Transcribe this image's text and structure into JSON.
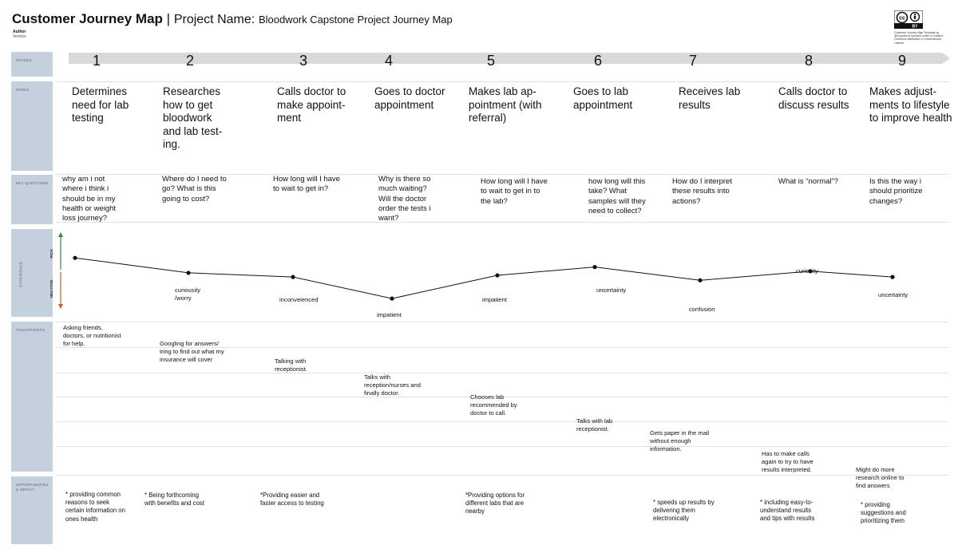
{
  "header": {
    "title": "Customer Journey Map",
    "separator": "|",
    "project_label": "Project Name:",
    "project_value": "Bloodwork Capstone Project Journey Map",
    "author_label": "Author",
    "version_label": "Version",
    "license_text": "Customer Journey Map Template by @Uxprobe is licensed under a Creative Commons Attribution 4.0 International License.",
    "cc_badge": "cc",
    "by_badge": "BY"
  },
  "rows": {
    "stages": "STAGES",
    "doing": "DOING",
    "key_questions": "KEY QUESTIONS",
    "experience": "EXPERIENCE",
    "rich": "RICH",
    "negative": "NEGATIVE",
    "touchpoints": "TOUCHPOINTS",
    "opportunities": "OPPORTUNITIES & IMPACT"
  },
  "stages": [
    "1",
    "2",
    "3",
    "4",
    "5",
    "6",
    "7",
    "8",
    "9"
  ],
  "doing": [
    "Determines need for lab testing",
    "Researches how to get bloodwork and lab test-ing.",
    "Calls doctor to make appoint-ment",
    "Goes to doctor appointment",
    "Makes lab ap-pointment (with referral)",
    "Goes to lab appointment",
    "Receives lab results",
    "Calls doctor to discuss results",
    "Makes adjust-ments to lifestyle to improve health"
  ],
  "key_questions": [
    "why am i not where i think i should be in my health or weight loss journey?",
    "Where do I need to go? What is this going to cost?",
    "How long will I have to wait to get in?",
    "Why is there so much waiting? Will the doctor order the tests i want?",
    "How long will I have to wait to get in to the lab?",
    "how long will this take? What samples will they need to collect?",
    "How do I interpret these results into actions?",
    "What is “normal”?",
    "Is this the way i should prioritize changes?"
  ],
  "experience": {
    "levels": [
      0.7,
      0.52,
      0.47,
      0.21,
      0.49,
      0.59,
      0.43,
      0.54,
      0.47
    ],
    "emotions": [
      "",
      "curiousity /worry",
      "inconveienced",
      "impatient",
      "impatient",
      "uncertainty",
      "confusion",
      "curiosity",
      "uncertainty"
    ],
    "colors": {
      "rich": "#2e8b3e",
      "negative": "#d2562a",
      "line": "#111111"
    }
  },
  "touchpoints": [
    "Asking friends, doctors, or nutritionist for help.",
    "Googling for answers/ tring to find out what my insurance will  cover",
    "Talking with receptionist.",
    "Talks with reception/nurses and finally doctor.",
    "Chooses lab recommended by doctor to call.",
    "Talks with lab receptionist.",
    "Gets paper in the mail without enough information.",
    "Has to make calls again to try to have results interpreted.",
    "Might do more research online to find answers"
  ],
  "opportunities": [
    "* providing common reasons to seek certain information on ones health",
    "* Being forthcoming with benefits and cost",
    "*Providing easier and faster access to testing",
    "*Providing options for different labs that are nearby",
    "* speeds up results by delivering them electronically",
    "* including easy-to-understand results and tips with results",
    "* providing suggestions and prioritizing them"
  ],
  "colors": {
    "row_label_bg": "#c5d0de",
    "stage_arrow": "#d9d9d9"
  }
}
